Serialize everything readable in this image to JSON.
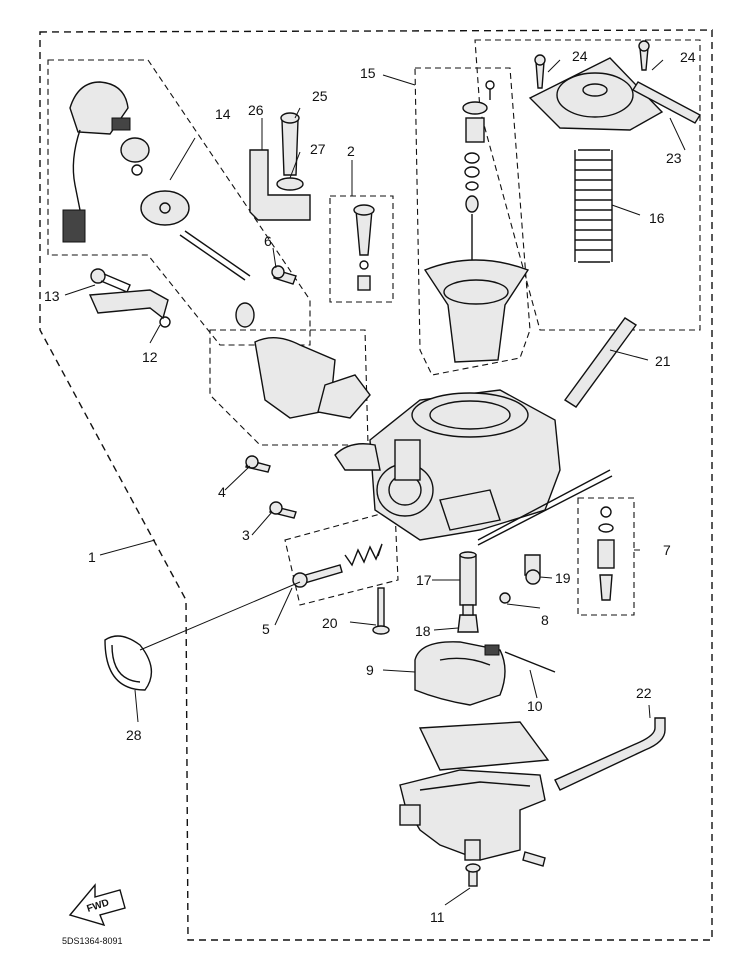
{
  "callouts": {
    "c1": "1",
    "c2": "2",
    "c3": "3",
    "c4": "4",
    "c5": "5",
    "c6": "6",
    "c7": "7",
    "c8": "8",
    "c9": "9",
    "c10": "10",
    "c11": "11",
    "c12": "12",
    "c13": "13",
    "c14": "14",
    "c15": "15",
    "c16": "16",
    "c17": "17",
    "c18": "18",
    "c19": "19",
    "c20": "20",
    "c21": "21",
    "c22": "22",
    "c23": "23",
    "c24a": "24",
    "c24b": "24",
    "c25": "25",
    "c26": "26",
    "c27": "27",
    "c28": "28"
  },
  "figure_code": "5DS1364-8091",
  "fwd_label": "FWD"
}
